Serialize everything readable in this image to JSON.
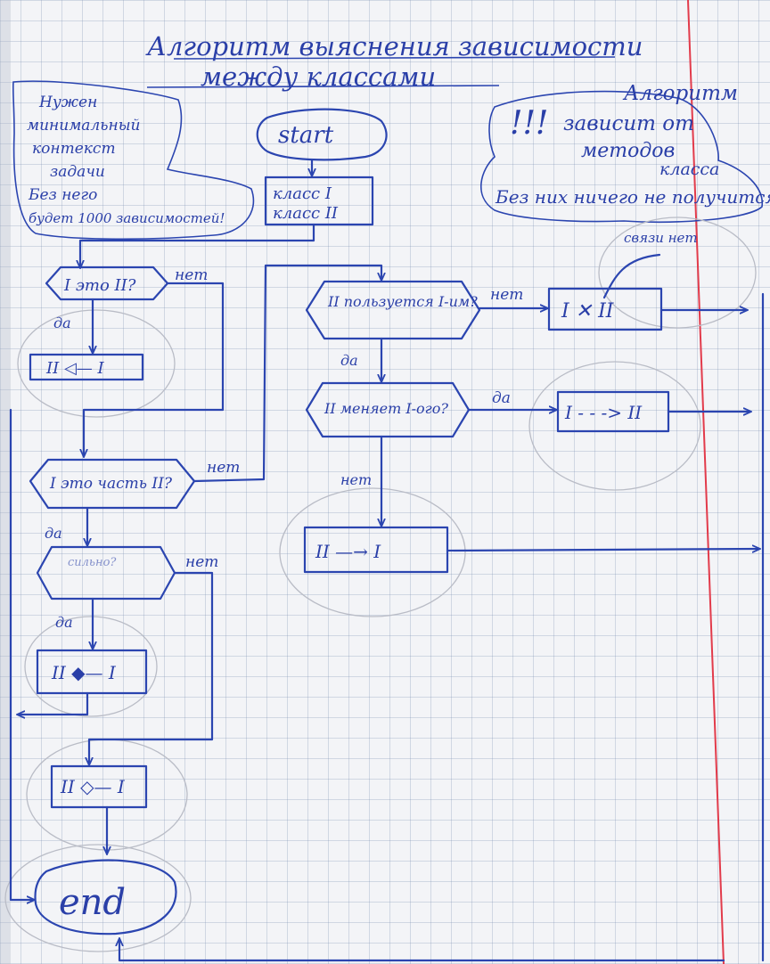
{
  "title": {
    "line1": "Алгоритм выяснения зависимости",
    "line2": "между классами"
  },
  "notes": {
    "left": [
      "Нужен",
      "минимальный",
      "контекст",
      "задачи",
      "Без него",
      "будет 1000 зависимостей!"
    ],
    "right": [
      "!!!",
      "Алгоритм",
      "зависит от",
      "методов",
      "класса",
      "Без них ничего не получится"
    ]
  },
  "nodes": {
    "start": "start",
    "classes": [
      "класс I",
      "класс II"
    ],
    "q_generalization": "I это II?",
    "gen_box": "II ◁— I",
    "q_part": "I это часть II?",
    "q_strong": "сильно?",
    "composition_box": "II ◆— I",
    "aggregation_box": "II ◇— I",
    "q_uses": "II пользуется I-им?",
    "no_link_box": "I ✕ II",
    "no_link_note": "связи нет",
    "q_changes": "II меняет I-ого?",
    "dependency_box": "I - - -> II",
    "association_box": "II —→ I",
    "end": "end"
  },
  "labels": {
    "yes": "да",
    "no": "нет"
  },
  "colors": {
    "ink": "#2b45b0",
    "margin_line": "#e23b4b",
    "grid": "#8c9bbf"
  }
}
